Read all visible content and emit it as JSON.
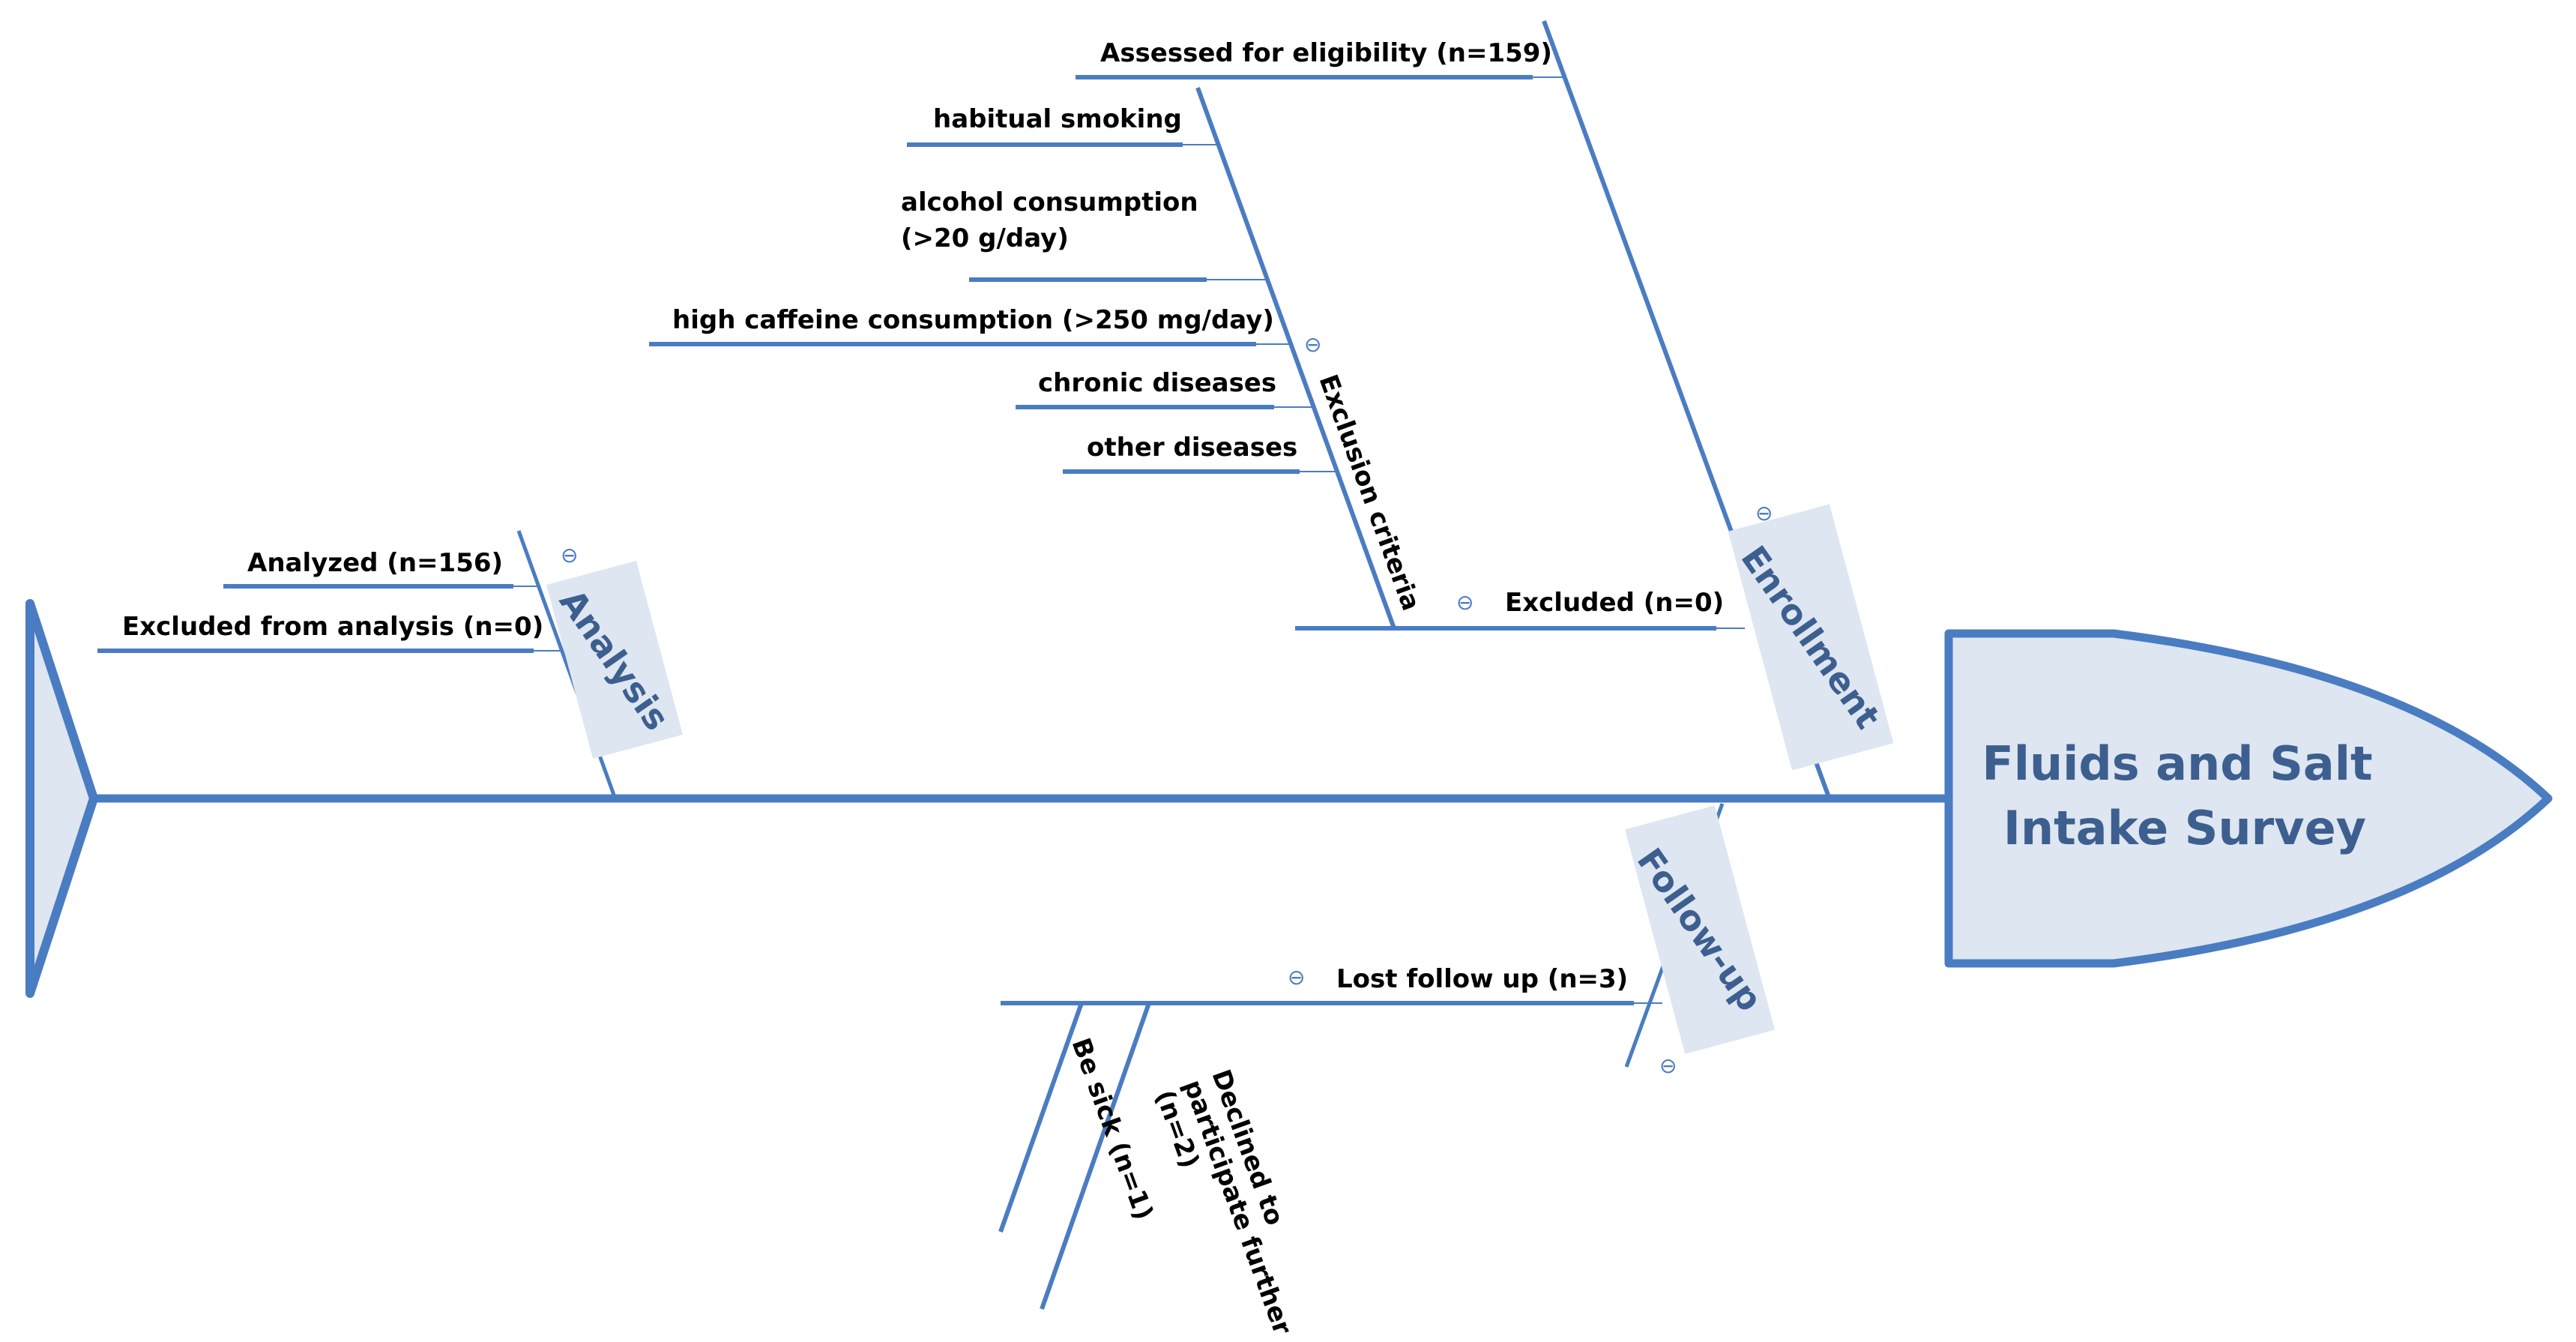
{
  "head": {
    "line1": "Fluids and Salt",
    "line2": "Intake Survey"
  },
  "categories": {
    "enrollment": "Enrollment",
    "analysis": "Analysis",
    "followup": "Follow-up",
    "exclusion": "Exclusion criteria"
  },
  "labels": {
    "assessed": "Assessed for eligibility (n=159)",
    "smoking": "habitual smoking",
    "alcohol_1": "alcohol consumption",
    "alcohol_2": "(>20 g/day)",
    "caffeine": "high caffeine consumption (>250 mg/day)",
    "chronic": "chronic diseases",
    "other": "other diseases",
    "excluded": "Excluded (n=0)",
    "analyzed": "Analyzed (n=156)",
    "excluded_analysis": "Excluded from analysis (n=0)",
    "lost": "Lost follow up (n=3)",
    "sick": "Be sick (n=1)",
    "declined_1": "Declined to",
    "declined_2": "participate further",
    "declined_3": "(n=2)"
  },
  "collapse_symbol": "⊖",
  "colors": {
    "line": "#4a7cc2",
    "box": "#dde6f1",
    "head_text": "#3d5f8f"
  }
}
